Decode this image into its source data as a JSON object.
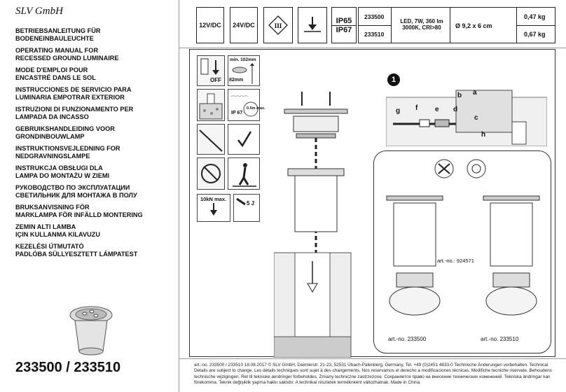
{
  "brand": "SLV GmbH",
  "languages": [
    [
      "BETRIEBSANLEITUNG FÜR",
      "BODENEINBAULEUCHTE"
    ],
    [
      "OPERATING MANUAL FOR",
      "RECESSED GROUND LUMINAIRE"
    ],
    [
      "MODE D'EMPLOI POUR",
      "ENCASTRÉ DANS LE SOL"
    ],
    [
      "INSTRUCCIONES DE SERVICIO PARA",
      "LUMINARIA EMPOTRAR EXTERIOR"
    ],
    [
      "ISTRUZIONI DI FUNZIONAMENTO PER",
      "LAMPADA DA INCASSO"
    ],
    [
      "GEBRUIKSHANDLEIDING VOOR",
      "GRONDINBOUWLAMP"
    ],
    [
      "INSTRUKTIONSVEJLEDNING FOR",
      "NEDGRAVNINGSLAMPE"
    ],
    [
      "INSTRUKCJA OBSŁUGI DLA",
      "LAMPA DO MONTAŻU W ZIEMI"
    ],
    [
      "РУКОВОДСТВО ПО ЭКСПЛУАТАЦИИ",
      "СВЕТИЛЬНИК ДЛЯ МОНТАЖА В ПОЛУ"
    ],
    [
      "BRUKSANVISNING FÖR",
      "MARKLAMPA FÖR INFÄLLD MONTERING"
    ],
    [
      "ZEMIN ALTI LAMBA",
      "IÇIN KULLANMA KILAVUZU"
    ],
    [
      "KEZELÉSI ÚTMUTATÓ",
      "PADLÓBA SÜLLYESZTETT LÁMPATEST"
    ]
  ],
  "article_numbers": "233500 / 233510",
  "header": {
    "v12": "12V/DC",
    "v24": "24V/DC",
    "class3": "III",
    "ip65": "IP65",
    "ip67": "IP67",
    "models": [
      "233500",
      "233510"
    ],
    "spec": [
      "LED, 7W, 360 lm",
      "3000K, CRI>80"
    ],
    "dimension": "Ø 9,2 x 6 cm",
    "weights": [
      "0,47 kg",
      "0,67 kg"
    ]
  },
  "icons": {
    "off": "OFF",
    "min_depth": "min. 102mm",
    "width": "82mm",
    "ip67": "IP 67",
    "depth": "0.5m max.",
    "load": "10kN max.",
    "impact": "5 J",
    "step": "1",
    "labels": [
      "a",
      "b",
      "c",
      "d",
      "e",
      "f",
      "g",
      "h"
    ],
    "part_no": "art.-no.: 924571",
    "art1": "art.-no. 233500",
    "art2": "art.-no. 233510"
  },
  "footer": "art.-no. 233500 / 233510    18.08.2017 © SLV GmbH, Daimlerstr. 21-23, 52531 Übach-Palenberg, Germany, Tel. +49 (0)2451 4833-0    Technische Änderungen vorbehalten. Technical Details are subject to change. Les détails techniques sont sujet à des changements. Nos reservamos el derecho a modificaciones técnicas. Modifiche tecniche riservate. Behoudens technische wijzigingen. Ret til tekniske ændringer forbeholdes. Zmiany techniczne zastrzeżone. Сохраняется право на внесение технических изменений. Tekniska ändringar kan förekomma. Teknik değişiklik yapma hakkı saklıdır. A technikai részletek terméknként változhatnak. Made in China."
}
